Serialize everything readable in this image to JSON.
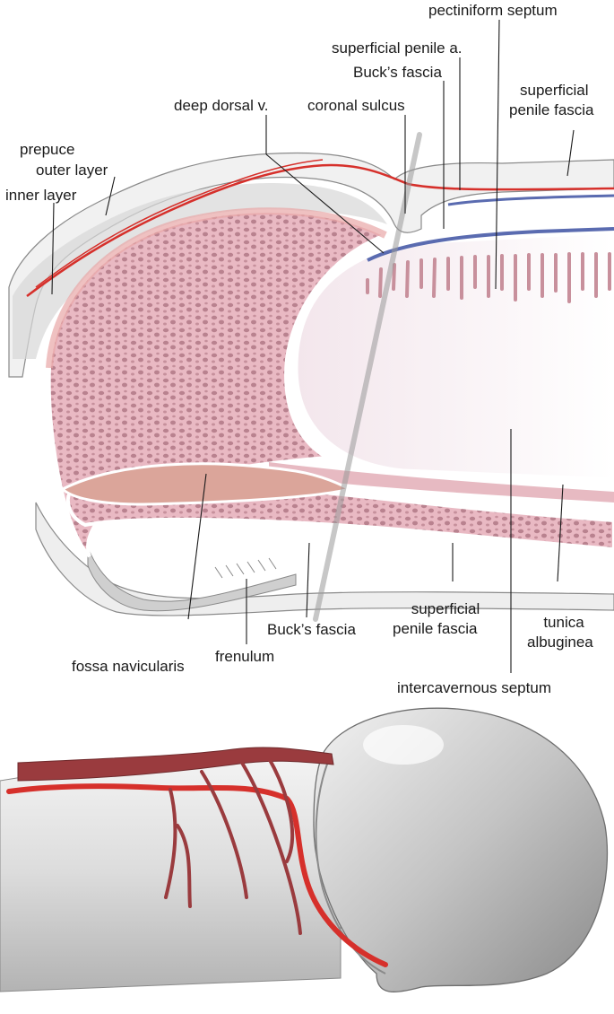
{
  "labels": {
    "pectiniform_septum": "pectiniform septum",
    "superficial_penile_a": "superficial penile a.",
    "bucks_fascia_top": "Buck’s fascia",
    "superficial_penile_fascia_top_1": "superficial",
    "superficial_penile_fascia_top_2": "penile fascia",
    "deep_dorsal_v": "deep dorsal v.",
    "coronal_sulcus": "coronal sulcus",
    "prepuce": "prepuce",
    "outer_layer": "outer layer",
    "inner_layer": "inner layer",
    "fossa_navicularis": "fossa navicularis",
    "frenulum": "frenulum",
    "bucks_fascia_bottom": "Buck’s fascia",
    "superficial_penile_fascia_bottom_1": "superficial",
    "superficial_penile_fascia_bottom_2": "penile fascia",
    "tunica_albuginea_1": "tunica",
    "tunica_albuginea_2": "albuginea",
    "intercavernous_septum": "intercavernous septum"
  },
  "colors": {
    "erectile_tissue": "#e8b7c0",
    "septum_fill": "#efe3ea",
    "artery": "#d6302b",
    "vein": "#5a6bb0",
    "skin_shadow": "#b9b9b9",
    "vessel_dark": "#9a3b3e"
  }
}
